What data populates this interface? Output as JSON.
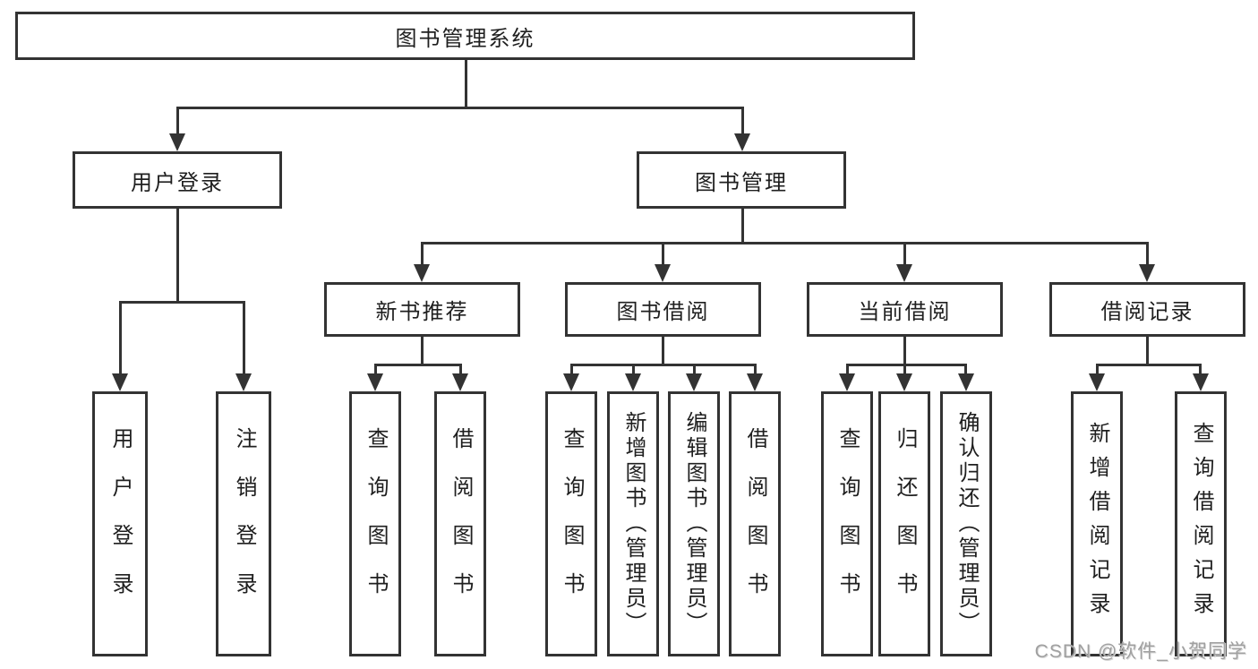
{
  "root": {
    "label": "图书管理系统"
  },
  "branches": [
    {
      "label": "用户登录",
      "leaves": [
        {
          "label": "用户登录"
        },
        {
          "label": "注销登录"
        }
      ]
    },
    {
      "label": "图书管理",
      "sections": [
        {
          "label": "新书推荐",
          "leaves": [
            {
              "label": "查询图书"
            },
            {
              "label": "借阅图书"
            }
          ]
        },
        {
          "label": "图书借阅",
          "leaves": [
            {
              "label": "查询图书"
            },
            {
              "label": "新增图书（管理员）"
            },
            {
              "label": "编辑图书（管理员）"
            },
            {
              "label": "借阅图书"
            }
          ]
        },
        {
          "label": "当前借阅",
          "leaves": [
            {
              "label": "查询图书"
            },
            {
              "label": "归还图书"
            },
            {
              "label": "确认归还（管理员）"
            }
          ]
        },
        {
          "label": "借阅记录",
          "leaves": [
            {
              "label": "新增借阅记录"
            },
            {
              "label": "查询借阅记录"
            }
          ]
        }
      ]
    }
  ],
  "watermark": {
    "text": "CSDN @软件_小贺同学"
  },
  "colors": {
    "line": "#333333",
    "box_border": "#333333",
    "box_fill": "#ffffff",
    "text": "#1f1f1f",
    "watermark": "#a0a0a0",
    "background": "#ffffff"
  }
}
